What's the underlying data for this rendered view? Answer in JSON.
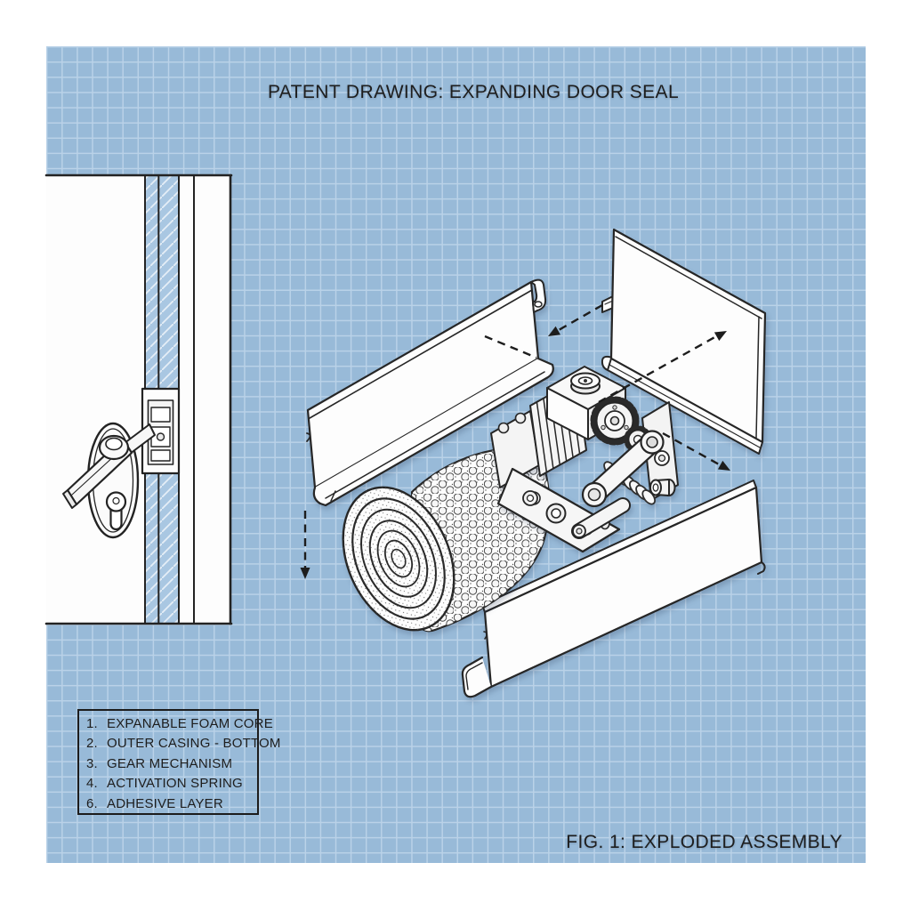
{
  "title": "PATENT DRAWING: EXPANDING DOOR SEAL",
  "figure_caption": "FIG. 1: EXPLODED ASSEMBLY",
  "legend": {
    "items": [
      {
        "num": "1.",
        "label": "EXPANABLE FOAM CORE"
      },
      {
        "num": "2.",
        "label": "OUTER CASING - BOTTOM"
      },
      {
        "num": "3.",
        "label": "GEAR MECHANISM"
      },
      {
        "num": "4.",
        "label": "ACTIVATION SPRING"
      },
      {
        "num": "6.",
        "label": "ADHESIVE LAYER"
      }
    ]
  },
  "colors": {
    "panel_blue": "#98bad8",
    "grid_line": "#bad2e8",
    "hatch_blue": "#a9c7e2",
    "ink": "#1e1e1e",
    "paper_white": "#ffffff"
  }
}
